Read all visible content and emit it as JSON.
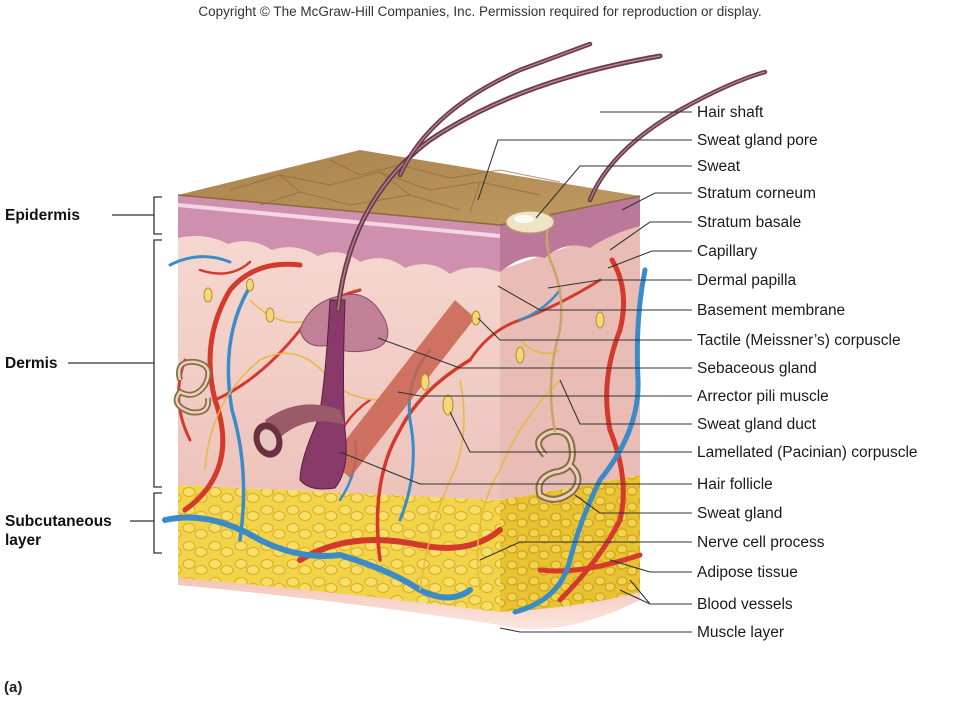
{
  "copyright": "Copyright © The McGraw-Hill Companies, Inc. Permission required for reproduction or display.",
  "panel_label": "(a)",
  "layer_labels": [
    {
      "id": "epidermis",
      "text": "Epidermis"
    },
    {
      "id": "dermis",
      "text": "Dermis"
    },
    {
      "id": "subcutaneous",
      "lines": [
        "Subcutaneous",
        "layer"
      ]
    }
  ],
  "structure_labels": [
    "Hair shaft",
    "Sweat gland pore",
    "Sweat",
    "Stratum corneum",
    "Stratum basale",
    "Capillary",
    "Dermal papilla",
    "Basement membrane",
    "Tactile (Meissner’s) corpuscle",
    "Sebaceous gland",
    "Arrector pili muscle",
    "Sweat gland duct",
    "Lamellated (Pacinian) corpuscle",
    "Hair follicle",
    "Sweat gland",
    "Nerve cell process",
    "Adipose tissue",
    "Blood vessels",
    "Muscle layer"
  ],
  "colors": {
    "skin_surface": "#b08a55",
    "epidermis": "#c98aa8",
    "dermis": "#f2cfc8",
    "adipose": "#f1cc3a",
    "artery": "#d43a2c",
    "vein": "#3a8bc8",
    "nerve": "#e8b83a",
    "hair": "#6b3b4a",
    "muscle": "#f3c0b5"
  }
}
